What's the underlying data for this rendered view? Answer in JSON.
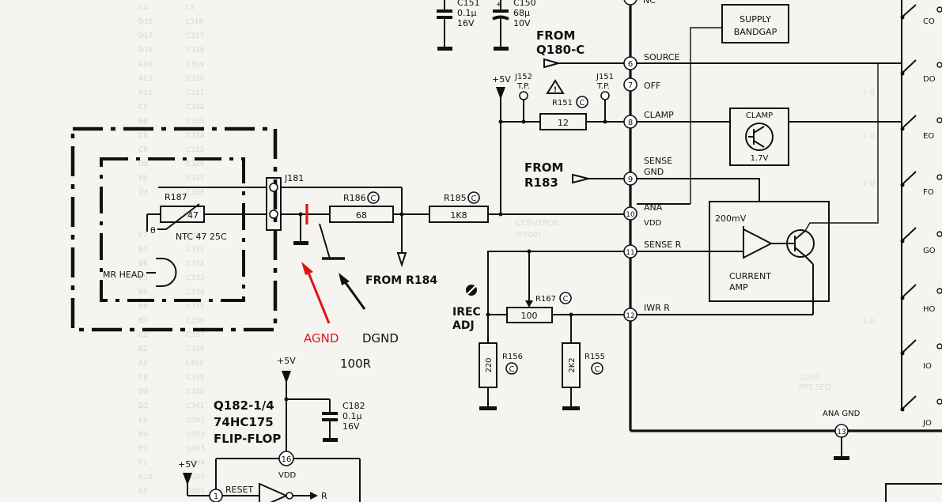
{
  "labels": {
    "c151": [
      "C151",
      "0.1μ",
      "16V"
    ],
    "c150": [
      "C150",
      "68μ",
      "10V"
    ],
    "from_q180": [
      "FROM",
      "Q180-C"
    ],
    "supply_bandgap": [
      "SUPPLY",
      "BANDGAP"
    ],
    "p5v": "+5V",
    "j152": [
      "J152",
      "T.P."
    ],
    "j151": [
      "J151",
      "T.P."
    ],
    "r151": "R151",
    "r151_val": "12",
    "c_mark": "C",
    "from_r183": [
      "FROM",
      "R183"
    ],
    "clamp_block": [
      "CLAMP",
      "1.7V"
    ],
    "pin_names": {
      "nc": "NC",
      "source": "SOURCE",
      "off": "OFF",
      "clamp": "CLAMP",
      "sense_gnd": [
        "SENSE",
        "GND"
      ],
      "ana": "ANA",
      "vdd": "VDD",
      "sense_r": "SENSE R",
      "iwr_r": "IWR R",
      "ana_gnd": "ANA GND"
    },
    "pin_numbers": [
      "6",
      "7",
      "8",
      "9",
      "10",
      "11",
      "12",
      "13",
      "16",
      "1"
    ],
    "current_amp": [
      "CURRENT",
      "AMP"
    ],
    "amp_200mv": "200mV",
    "j181": "J181",
    "r187": "R187",
    "r187_val": "47",
    "theta": "θ",
    "ntc": "NTC 47 25C",
    "mr_head": "MR HEAD",
    "r186": "R186",
    "r186_val": "68",
    "r185": "R185",
    "r185_val": "1K8",
    "from_r184": "FROM R184",
    "irec_adj": [
      "IREC",
      "ADJ"
    ],
    "r167": "R167",
    "r167_val": "100",
    "r156": "R156",
    "r156_val": "220",
    "r155": "R155",
    "r155_val": "2K2",
    "q182": [
      "Q182-1/4",
      "74HC175",
      "FLIP-FLOP"
    ],
    "c182": [
      "C182",
      "0.1μ",
      "16V"
    ],
    "reset": "RESET",
    "r_out": "R",
    "right_pins": [
      "CO",
      "DO",
      "EO",
      "FO",
      "GO",
      "HO",
      "IO",
      "JO"
    ]
  },
  "annotations": {
    "agnd": "AGND",
    "dgnd": "DGND",
    "r100": "100R",
    "agnd_color": "#e01414",
    "dgnd_color": "#111111"
  }
}
